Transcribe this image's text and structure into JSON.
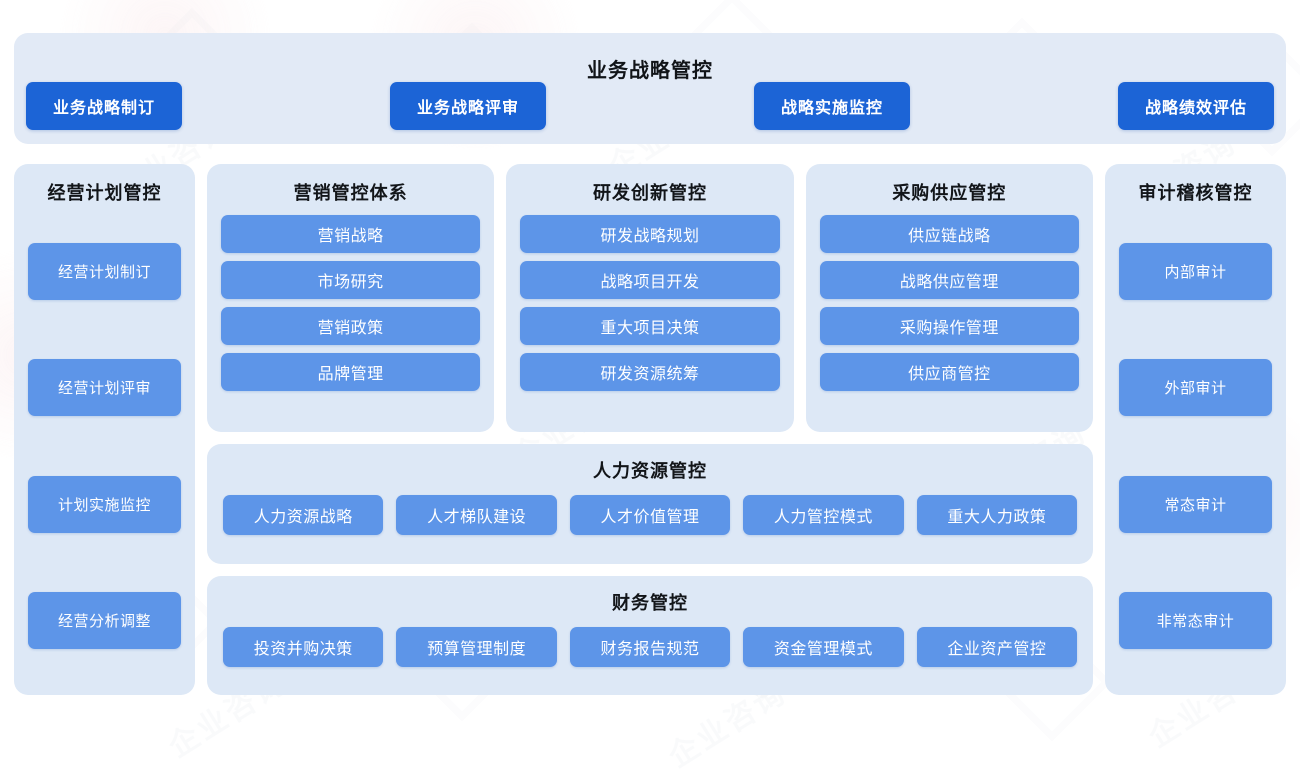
{
  "banner": {
    "title": "业务战略管控",
    "buttons": [
      {
        "label": "业务战略制订"
      },
      {
        "label": "业务战略评审"
      },
      {
        "label": "战略实施监控"
      },
      {
        "label": "战略绩效评估"
      }
    ]
  },
  "left_column": {
    "title": "经营计划管控",
    "items": [
      {
        "label": "经营计划制订"
      },
      {
        "label": "经营计划评审"
      },
      {
        "label": "计划实施监控"
      },
      {
        "label": "经营分析调整"
      }
    ]
  },
  "right_column": {
    "title": "审计稽核管控",
    "items": [
      {
        "label": "内部审计"
      },
      {
        "label": "外部审计"
      },
      {
        "label": "常态审计"
      },
      {
        "label": "非常态审计"
      }
    ]
  },
  "center_columns": [
    {
      "title": "营销管控体系",
      "items": [
        {
          "label": "营销战略"
        },
        {
          "label": "市场研究"
        },
        {
          "label": "营销政策"
        },
        {
          "label": "品牌管理"
        }
      ]
    },
    {
      "title": "研发创新管控",
      "items": [
        {
          "label": "研发战略规划"
        },
        {
          "label": "战略项目开发"
        },
        {
          "label": "重大项目决策"
        },
        {
          "label": "研发资源统筹"
        }
      ]
    },
    {
      "title": "采购供应管控",
      "items": [
        {
          "label": "供应链战略"
        },
        {
          "label": "战略供应管理"
        },
        {
          "label": "采购操作管理"
        },
        {
          "label": "供应商管控"
        }
      ]
    }
  ],
  "hr_panel": {
    "title": "人力资源管控",
    "items": [
      {
        "label": "人力资源战略"
      },
      {
        "label": "人才梯队建设"
      },
      {
        "label": "人才价值管理"
      },
      {
        "label": "人力管控模式"
      },
      {
        "label": "重大人力政策"
      }
    ]
  },
  "finance_panel": {
    "title": "财务管控",
    "items": [
      {
        "label": "投资并购决策"
      },
      {
        "label": "预算管理制度"
      },
      {
        "label": "财务报告规范"
      },
      {
        "label": "资金管理模式"
      },
      {
        "label": "企业资产管控"
      }
    ]
  },
  "colors": {
    "page_background": "#ffffff",
    "banner_background": "#e2eaf6",
    "panel_background": "#dde8f6",
    "primary_button": "#1c64d6",
    "secondary_button": "#5d95e8",
    "title_text": "#111418",
    "button_text": "#ffffff"
  }
}
